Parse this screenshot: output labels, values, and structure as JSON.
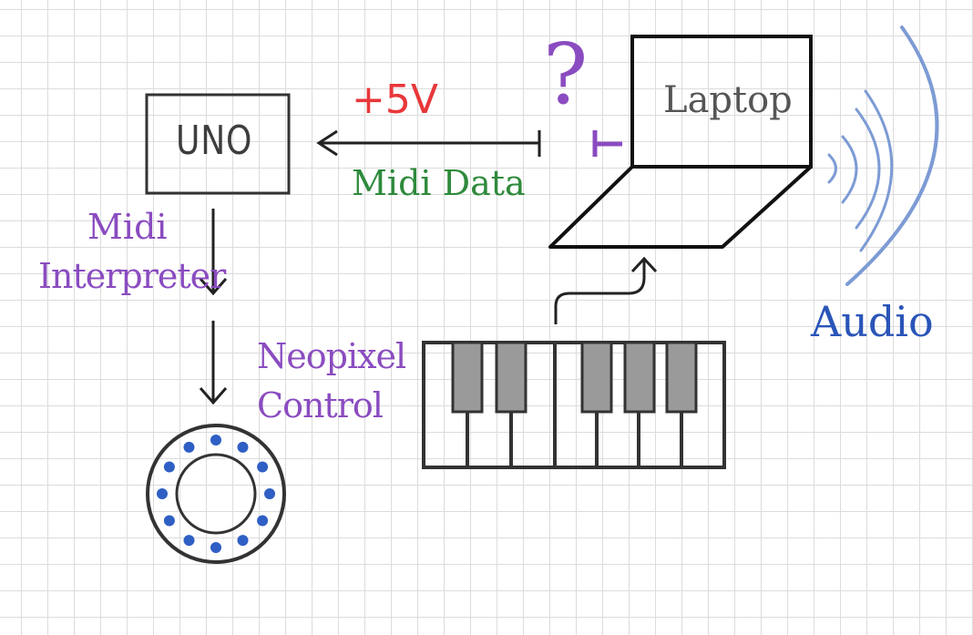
{
  "labels": {
    "uno": "UNO",
    "laptop": "Laptop",
    "voltage": "+5V",
    "question": "?",
    "midi_data": "Midi Data",
    "midi": "Midi",
    "interpreter": "Interpreter",
    "neopixel": "Neopixel",
    "control": "Control",
    "audio": "Audio"
  },
  "colors": {
    "ink": "#222222",
    "voltage": "#e8373a",
    "question": "#8a4cc0",
    "midi_data": "#2e8a3c",
    "interpreter": "#8a4cc0",
    "audio": "#2a55b8",
    "led": "#2f5fc4"
  }
}
